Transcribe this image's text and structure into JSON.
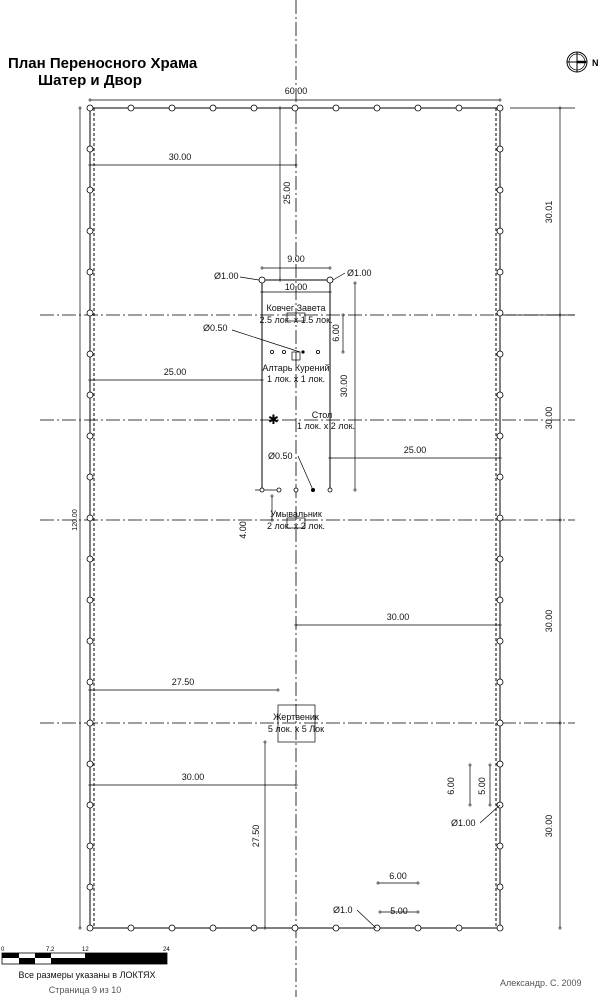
{
  "title": {
    "line1": "План Переносного Храма",
    "line2": "Шатер и Двор"
  },
  "north_label": "N",
  "dimensions": {
    "overall_width": "60.00",
    "overall_length": "120.00",
    "top_left_30": "30.00",
    "top_25": "25.00",
    "right_30_01": "30.01",
    "tent_9": "9.00",
    "tent_10": "10.00",
    "post_d_left": "Ø1.00",
    "post_d_right": "Ø1.00",
    "ark_d": "Ø0.50",
    "ark_6": "6.00",
    "left_25": "25.00",
    "tent_30": "30.00",
    "right_30_b": "30.00",
    "right_25": "25.00",
    "small_d": "Ø0.50",
    "laver_4": "4.00",
    "mid_30": "30.00",
    "right_30_c": "30.00",
    "altar_27_5": "27.50",
    "lower_30": "30.00",
    "lower_27_5": "27.50",
    "gate_6_v": "6.00",
    "gate_5_v": "5.00",
    "gate_post_d": "Ø1.00",
    "right_30_d": "30.00",
    "bottom_6": "6.00",
    "bottom_5": "5.00",
    "bottom_post_d": "Ø1.0"
  },
  "labels": {
    "ark": "Ковчег Завета",
    "ark_size": "2.5 лок. x 1.5 лок.",
    "incense": "Алтарь Курений",
    "incense_size": "1 лок. x 1 лок.",
    "table": "Стол",
    "table_size": "1 лок. x 2 лок.",
    "laver": "Умывальник",
    "laver_size": "2 лок. x 2 лок.",
    "altar": "Жертвеник",
    "altar_size": "5 лок. x 5 Лок"
  },
  "scale": {
    "ticks": [
      "0",
      "7.2",
      "12",
      "24"
    ],
    "note": "Все размеры указаны в ЛОКТЯХ"
  },
  "footer": {
    "page": "Страница 9 из 10",
    "author": "Александр. С. 2009"
  }
}
